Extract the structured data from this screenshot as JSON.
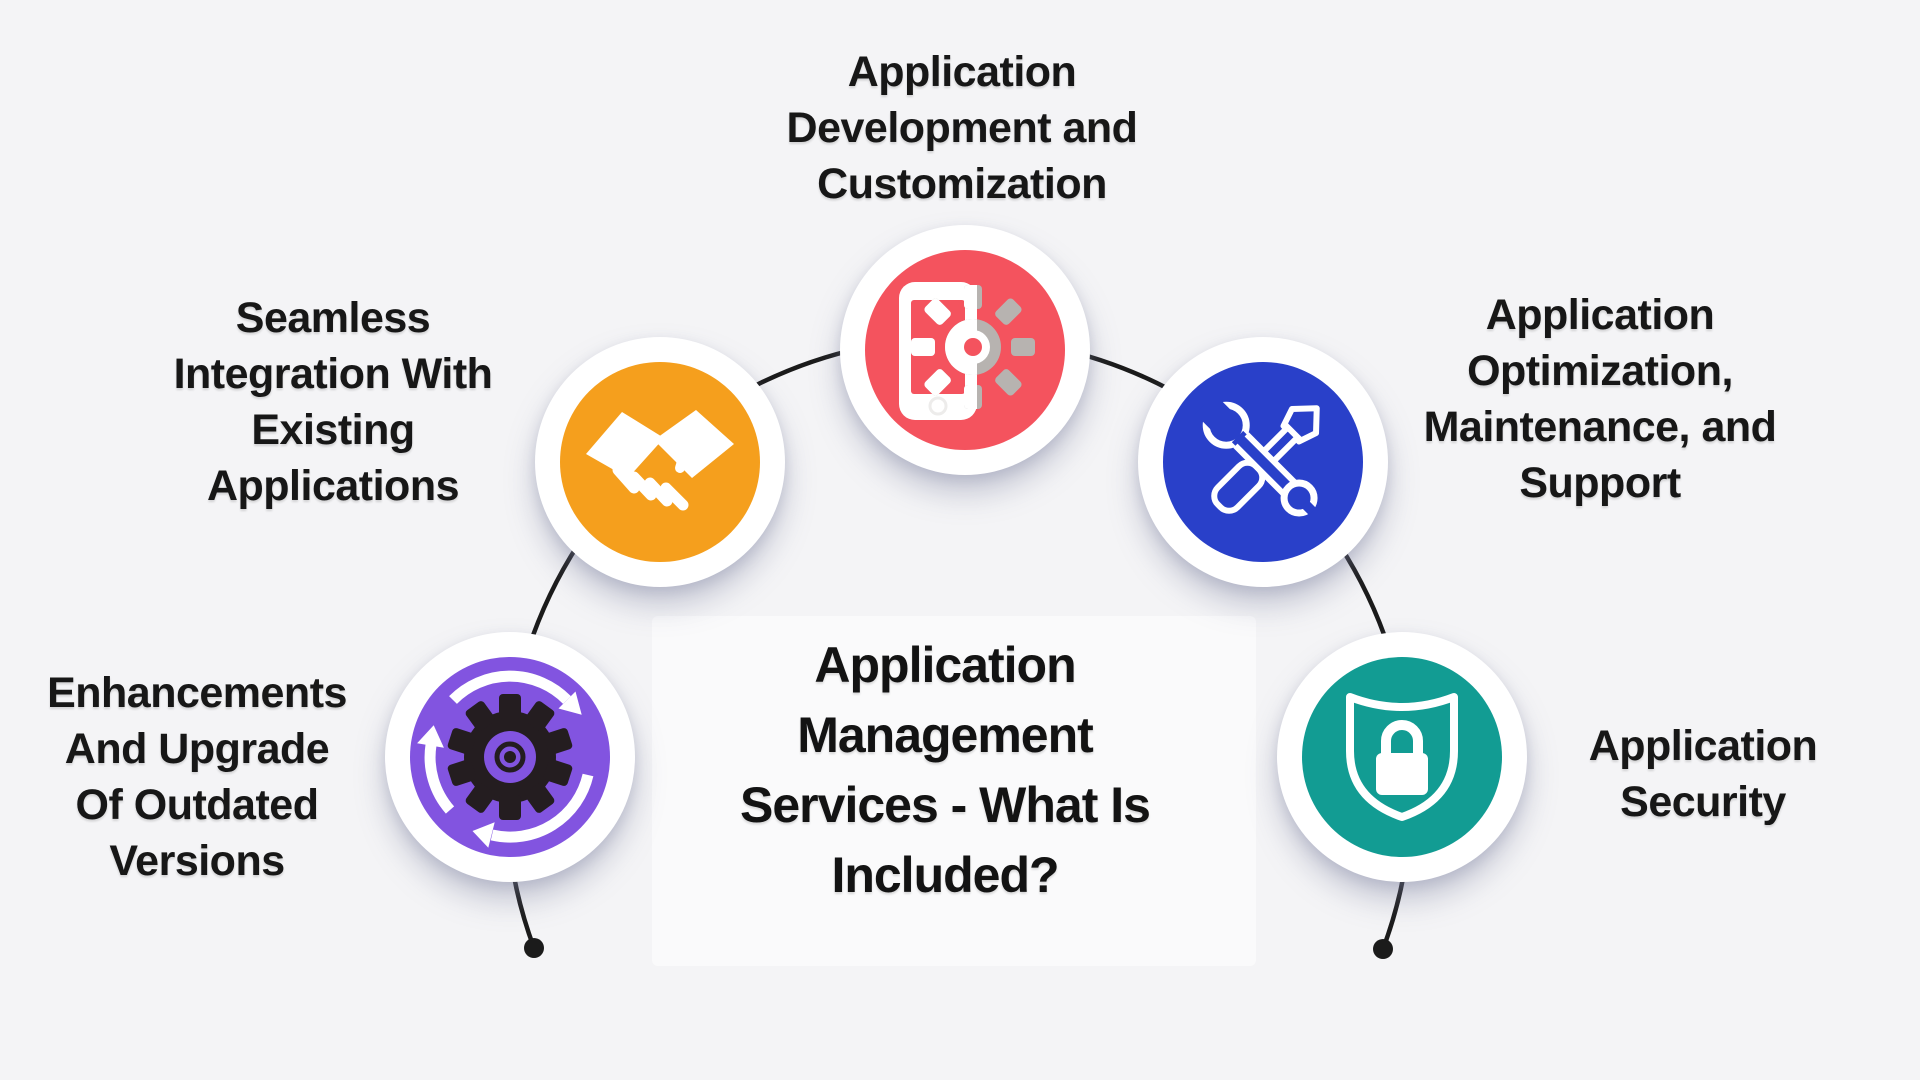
{
  "colors": {
    "background": "#f4f4f6",
    "connector": "#1b1b1b",
    "text": "#171717",
    "white_ring": "#ffffff",
    "gear_gray": "#b7b3b0",
    "gear_dark": "#241d20"
  },
  "title": {
    "text": "Application Management Services - What Is Included?",
    "lines": [
      "Application",
      "Management",
      "Services - What Is",
      "Included?"
    ]
  },
  "nodes": [
    {
      "name": "development",
      "label": "Application Development and Customization",
      "label_lines": [
        "Application",
        "Development and",
        "Customization"
      ],
      "circle_color": "#F4535E",
      "icon": "smartphone-gear-icon"
    },
    {
      "name": "integration",
      "label": "Seamless Integration With Existing Applications",
      "label_lines": [
        "Seamless",
        "Integration With",
        "Existing",
        "Applications"
      ],
      "circle_color": "#F59F1D",
      "icon": "handshake-icon"
    },
    {
      "name": "optimization",
      "label": "Application Optimization, Maintenance, and Support",
      "label_lines": [
        "Application",
        "Optimization,",
        "Maintenance, and",
        "Support"
      ],
      "circle_color": "#2940C9",
      "icon": "wrench-screwdriver-icon"
    },
    {
      "name": "upgrade",
      "label": "Enhancements And Upgrade Of Outdated Versions",
      "label_lines": [
        "Enhancements",
        "And Upgrade",
        "Of Outdated",
        "Versions"
      ],
      "circle_color": "#8254E0",
      "icon": "gear-refresh-icon"
    },
    {
      "name": "security",
      "label": "Application Security",
      "label_lines": [
        "Application",
        "Security"
      ],
      "circle_color": "#129C93",
      "icon": "shield-lock-icon"
    }
  ]
}
